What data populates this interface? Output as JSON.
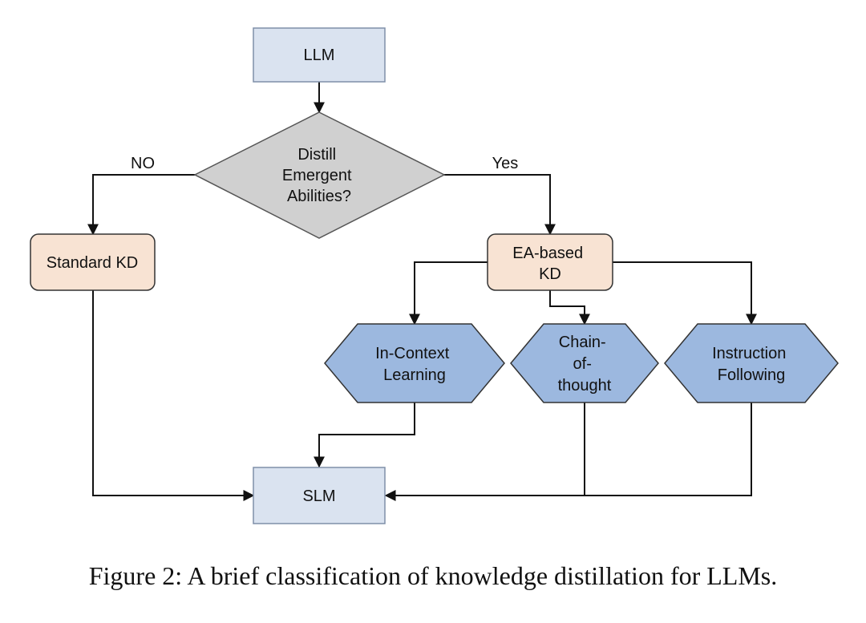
{
  "nodes": {
    "llm": {
      "label": "LLM"
    },
    "decision": {
      "lines": [
        "Distill",
        "Emergent",
        "Abilities?"
      ]
    },
    "standard_kd": {
      "label": "Standard KD"
    },
    "ea_kd": {
      "lines": [
        "EA-based",
        "KD"
      ]
    },
    "icl": {
      "lines": [
        "In-Context",
        "Learning"
      ]
    },
    "cot": {
      "lines": [
        "Chain-",
        "of-",
        "thought"
      ]
    },
    "instr": {
      "lines": [
        "Instruction",
        "Following"
      ]
    },
    "slm": {
      "label": "SLM"
    }
  },
  "edges": {
    "no_label": "NO",
    "yes_label": "Yes"
  },
  "caption": "Figure 2: A brief classification of knowledge distillation for LLMs.",
  "colors": {
    "io_fill": "#dae3f0",
    "io_stroke": "#7f8fa8",
    "decision_fill": "#d0d0d0",
    "decision_stroke": "#555555",
    "kd_fill": "#f8e3d3",
    "kd_stroke": "#333333",
    "ability_fill": "#9cb8df",
    "ability_stroke": "#333333",
    "line": "#111111"
  }
}
